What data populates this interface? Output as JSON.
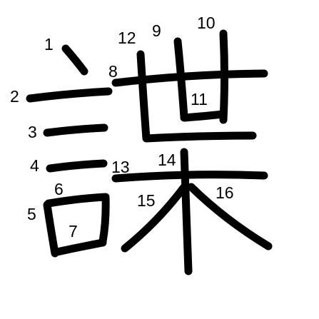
{
  "character": "諜",
  "colors": {
    "stroke": "#000000",
    "background": "#ffffff",
    "numbers": "#000000"
  },
  "stroke_numbers": [
    "1",
    "2",
    "3",
    "4",
    "5",
    "6",
    "7",
    "8",
    "9",
    "10",
    "11",
    "12",
    "13",
    "14",
    "15",
    "16"
  ]
}
